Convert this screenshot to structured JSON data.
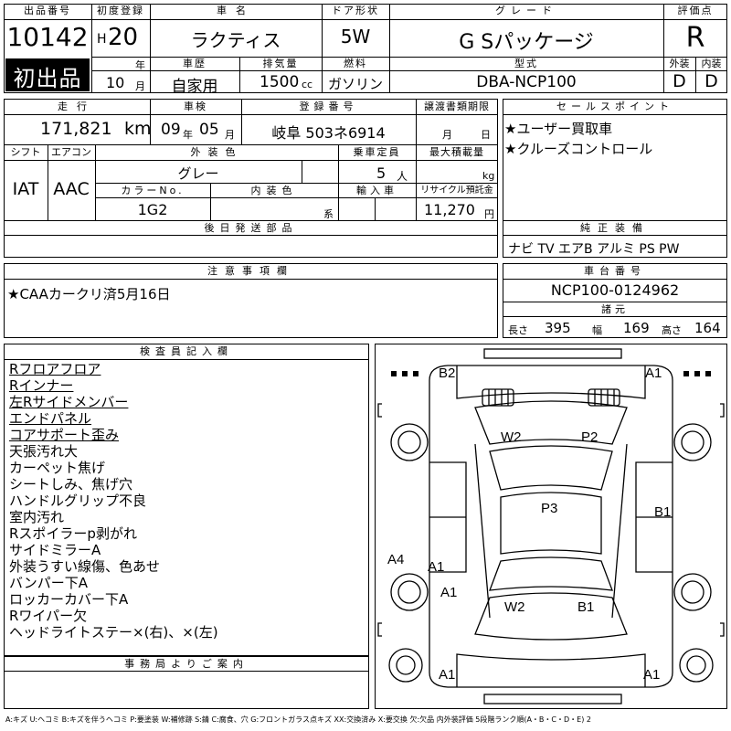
{
  "lot": {
    "header": "出品番号",
    "number": "10142",
    "badge": "初出品"
  },
  "first_registration": {
    "header": "初度登録",
    "era": "H",
    "year": "20",
    "year_unit": "年",
    "month": "10",
    "month_unit": "月"
  },
  "vehicle": {
    "name_header": "車名",
    "name": "ラクティス",
    "doors_header": "ドア形状",
    "doors": "5W",
    "grade_header": "グレード",
    "grade": "G Sパッケージ",
    "history_header": "車歴",
    "history": "自家用",
    "displacement_header": "排気量",
    "displacement": "1500",
    "displacement_unit": "cc",
    "fuel_header": "燃料",
    "fuel": "ガソリン",
    "model_header": "型式",
    "model": "DBA-NCP100"
  },
  "evaluation": {
    "header": "評価点",
    "score": "R",
    "exterior_header": "外装",
    "exterior": "D",
    "interior_header": "内装",
    "interior": "D"
  },
  "row2": {
    "mileage_header": "走行",
    "mileage": "171,821",
    "mileage_unit": "km",
    "inspection_header": "車検",
    "inspection_year": "09",
    "inspection_year_unit": "年",
    "inspection_month": "05",
    "inspection_month_unit": "月",
    "plate_header": "登録番号",
    "plate": "岐阜 503ネ6914",
    "doc_deadline_header": "譲渡書類期限",
    "doc_month_unit": "月",
    "doc_day_unit": "日"
  },
  "selling_points": {
    "header": "セールスポイント",
    "items": [
      "★ユーザー買取車",
      "★クルーズコントロール"
    ]
  },
  "specs": {
    "shift_header": "シフト",
    "shift": "IAT",
    "aircon_header": "エアコン",
    "aircon": "AAC",
    "exterior_color_header": "外装色",
    "exterior_color": "グレー",
    "capacity_header": "乗車定員",
    "capacity": "5",
    "capacity_unit": "人",
    "max_load_header": "最大積載量",
    "max_load_unit": "kg",
    "color_no_header": "カラーNo.",
    "color_no": "1G2",
    "interior_color_header": "内装色",
    "interior_color_unit": "系",
    "import_header": "輸入車",
    "recycle_header": "リサイクル預託金",
    "recycle": "11,270",
    "recycle_unit": "円"
  },
  "later_parts": {
    "header": "後日発送部品"
  },
  "genuine_equipment": {
    "header": "純正装備",
    "value": "ナビ TV エアB アルミ PS PW"
  },
  "caution": {
    "header": "注意事項欄",
    "text": "★CAAカークリ済5月16日"
  },
  "chassis": {
    "header": "車台番号",
    "value": "NCP100-0124962"
  },
  "dimensions": {
    "header": "諸元",
    "length_label": "長さ",
    "length": "395",
    "width_label": "幅",
    "width": "169",
    "height_label": "高さ",
    "height": "164"
  },
  "inspector": {
    "header": "検査員記入欄",
    "notes": [
      {
        "text": "Rフロアフロア",
        "underline": true
      },
      {
        "text": "Rインナー",
        "underline": true
      },
      {
        "text": "左Rサイドメンバー",
        "underline": true
      },
      {
        "text": "エンドパネル",
        "underline": true
      },
      {
        "text": "コアサポート歪み",
        "underline": true
      },
      {
        "text": "天張汚れ大",
        "underline": false
      },
      {
        "text": "カーペット焦げ",
        "underline": false
      },
      {
        "text": "シートしみ、焦げ穴",
        "underline": false
      },
      {
        "text": "ハンドルグリップ不良",
        "underline": false
      },
      {
        "text": "室内汚れ",
        "underline": false
      },
      {
        "text": "Rスポイラーp剥がれ",
        "underline": false
      },
      {
        "text": "サイドミラーA",
        "underline": false
      },
      {
        "text": "外装うすい線傷、色あせ",
        "underline": false
      },
      {
        "text": "バンパー下A",
        "underline": false
      },
      {
        "text": "ロッカーカバー下A",
        "underline": false
      },
      {
        "text": "Rワイパー欠",
        "underline": false
      },
      {
        "text": "ヘッドライトステー×(右)、×(左)",
        "underline": false
      }
    ]
  },
  "office": {
    "header": "事務局よりご案内"
  },
  "diagram": {
    "marks": [
      "B2",
      "A1",
      "W2",
      "P2",
      "P3",
      "B1",
      "A4",
      "A1",
      "A1",
      "W2",
      "B1",
      "A1",
      "A1"
    ]
  },
  "legend": "A:キズ U:ヘコミ B:キズを伴うヘコミ P:要塗装 W:補修跡 S:錆 C:腐食、穴 G:フロントガラス点キズ XX:交換済み X:要交換 欠:欠品 内外装評価 5段階ランク順(A・B・C・D・E) 2"
}
